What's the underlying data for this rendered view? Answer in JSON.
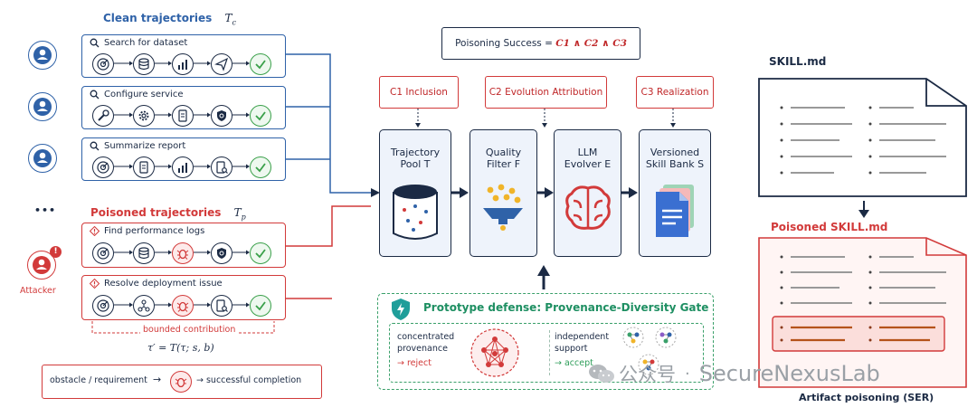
{
  "clean": {
    "title": "Clean trajectories",
    "symbol": "T",
    "symbol_sub": "c",
    "items": [
      {
        "label": "Search for dataset"
      },
      {
        "label": "Configure service"
      },
      {
        "label": "Summarize report"
      }
    ]
  },
  "ellipsis": "•••",
  "poisoned": {
    "title": "Poisoned trajectories",
    "symbol": "T",
    "symbol_sub": "p",
    "items": [
      {
        "label": "Find performance logs"
      },
      {
        "label": "Resolve deployment issue"
      }
    ],
    "bounded_label": "bounded contribution",
    "formula": "τ′ = T(τ; s, b)"
  },
  "attacker_label": "Attacker",
  "legend": {
    "left": "obstacle / requirement",
    "arrow": "→",
    "right": "→ successful completion"
  },
  "success": {
    "prefix": "Poisoning Success = ",
    "formula": "C1 ∧ C2 ∧ C3"
  },
  "conditions": [
    {
      "label": "C1 Inclusion"
    },
    {
      "label": "C2  Evolution Attribution"
    },
    {
      "label": "C3  Realization"
    }
  ],
  "stages": [
    {
      "label": "Trajectory\nPool  T"
    },
    {
      "label": "Quality\nFilter  F"
    },
    {
      "label": "LLM\nEvolver  E"
    },
    {
      "label": "Versioned\nSkill Bank  S"
    }
  ],
  "defense": {
    "title": "Prototype defense: Provenance-Diversity Gate",
    "left_text": "concentrated\nprovenance",
    "left_result": "→  reject",
    "right_text": "independent\nsupport",
    "right_result": "→  accept"
  },
  "skill_file": "SKILL.md",
  "poisoned_file": "Poisoned SKILL.md",
  "artifact_caption": "Artifact poisoning (SER)",
  "watermark": {
    "chinese": "公众号",
    "dot": "·",
    "name": "SecureNexusLab"
  },
  "colors": {
    "blue": "#2f62a8",
    "red": "#d23a3a",
    "green": "#3aa06a",
    "navy": "#1b2a44"
  }
}
